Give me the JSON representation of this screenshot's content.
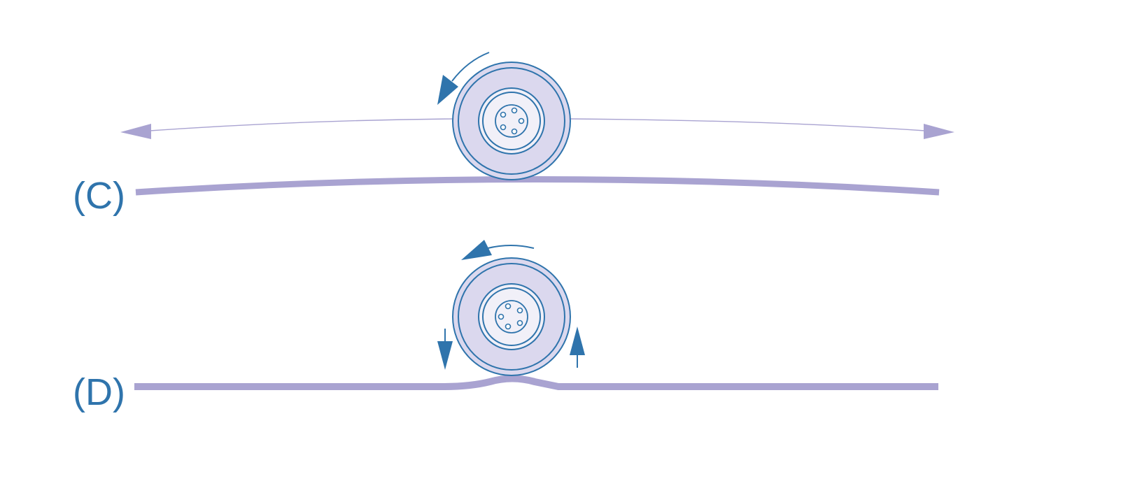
{
  "colors": {
    "accent_blue": "#2f74ac",
    "track_lavender": "#a9a3d1",
    "wheel_fill": "#dbd8ee",
    "hub_fill": "#f1f0f8",
    "background": "#ffffff"
  },
  "panels": [
    {
      "label": "(C)",
      "track": "curved-beam",
      "motion_arrows": "horizontal-double",
      "rotation": "counter-clockwise"
    },
    {
      "label": "(D)",
      "track": "flat-beam-with-bump",
      "motion_arrows": "vertical-pair",
      "rotation": "counter-clockwise"
    }
  ],
  "icons": {
    "wheel": "wheel-icon",
    "rotation_arrow": "curved-arrow-icon",
    "horizontal_arrow": "double-arrow-icon",
    "vertical_arrow": "vertical-arrow-icon"
  }
}
